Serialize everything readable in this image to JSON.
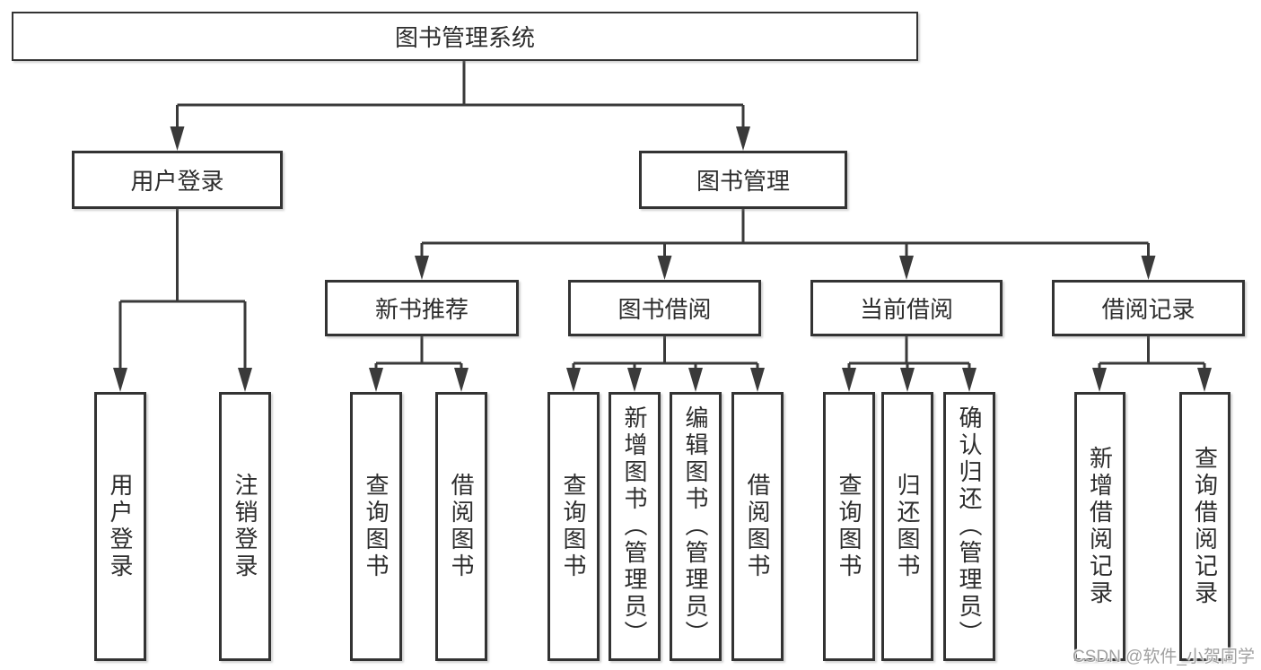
{
  "nodes": {
    "root": "图书管理系统",
    "level1": {
      "user_login": "用户登录",
      "book_management": "图书管理"
    },
    "level2": {
      "new_book_recommend": "新书推荐",
      "book_borrow": "图书借阅",
      "current_borrow": "当前借阅",
      "borrow_records": "借阅记录"
    },
    "leaves": {
      "user_login": "用户登录",
      "logout": "注销登录",
      "query_books_recommend": "查询图书",
      "borrow_books_recommend": "借阅图书",
      "query_books_borrow": "查询图书",
      "add_books_admin": "新增图书（管理员）",
      "edit_books_admin": "编辑图书（管理员）",
      "borrow_books_borrow": "借阅图书",
      "query_books_current": "查询图书",
      "return_books": "归还图书",
      "confirm_return_admin": "确认归还（管理员）",
      "add_borrow_record": "新增借阅记录",
      "query_borrow_record": "查询借阅记录"
    }
  },
  "watermark": "CSDN @软件_小贺同学",
  "colors": {
    "line": "#3a3a3a",
    "box_border": "#333333",
    "box_fill": "#ffffff",
    "text": "#2d2d2d",
    "watermark": "#a0a0a0",
    "background": "#ffffff"
  }
}
